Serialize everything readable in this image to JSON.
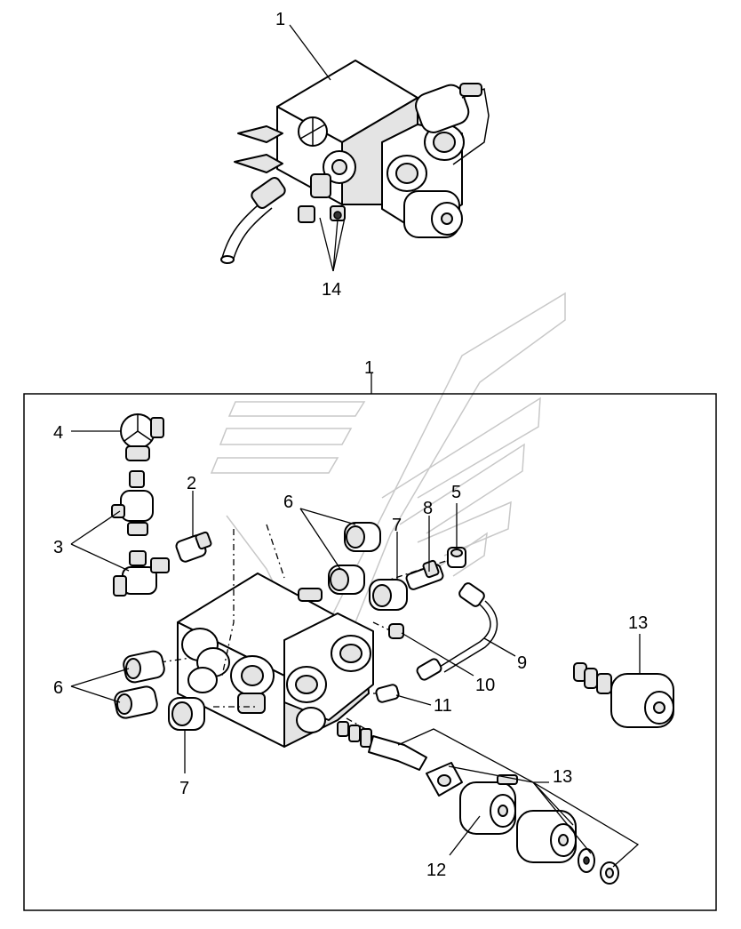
{
  "callouts": {
    "top_assembly": "1",
    "top_fitting": "14",
    "frame_assembly": "1",
    "elbow": "4",
    "adapter_upper": "2",
    "tee_elbow": "3",
    "plug_top": "6",
    "plug_mid": "7",
    "nipple": "8",
    "cap_nut": "5",
    "tube": "9",
    "orifice": "10",
    "small_fitting": "11",
    "plug_left": "6",
    "plug_lower": "7",
    "solenoid_right": "13",
    "solenoid_exploded": "13",
    "coil": "12"
  },
  "colors": {
    "line": "#000000",
    "watermark": "#c8c8c8",
    "background": "#ffffff"
  }
}
